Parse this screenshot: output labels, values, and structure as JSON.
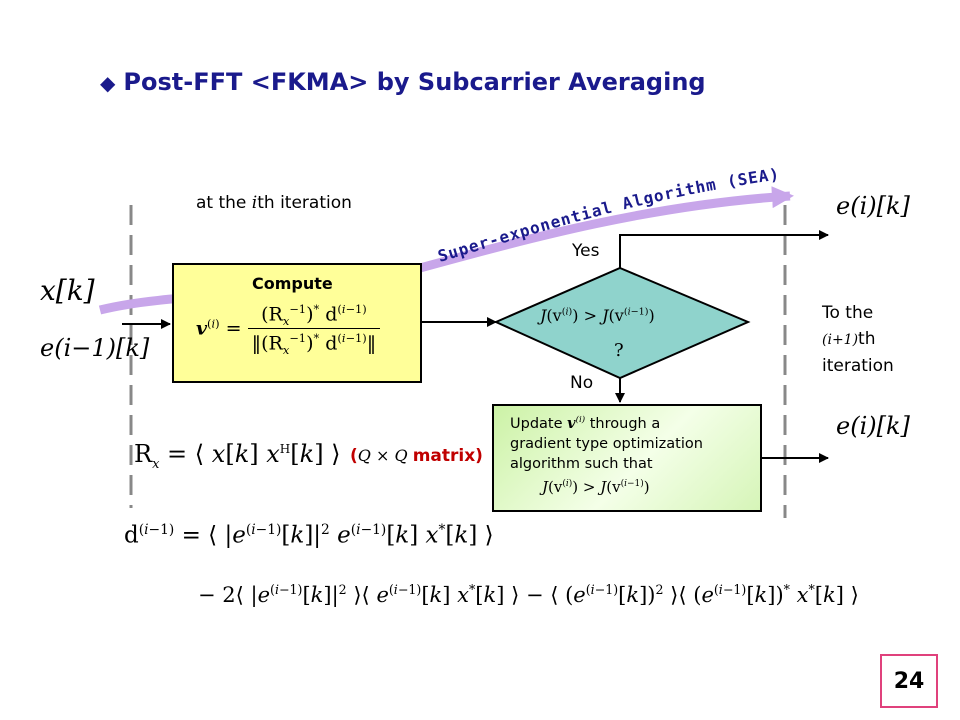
{
  "title": {
    "bullet": "◆",
    "text": "Post-FFT <FKMA> by Subcarrier Averaging"
  },
  "iteration_label": {
    "prefix": "at the",
    "i": "i",
    "suffix": "th iteration"
  },
  "sea_label": "Super-exponential Algorithm (SEA)",
  "inputs": {
    "x": "x[k]",
    "e_prev": "e(i−1)[k]"
  },
  "compute_box": {
    "label": "Compute"
  },
  "decision": {
    "yes": "Yes",
    "no": "No",
    "question": "?"
  },
  "outputs": {
    "e_top": "e(i)[k]",
    "e_bottom": "e(i)[k]"
  },
  "next_iteration": {
    "line1": "To the",
    "idx": "(i+1)",
    "th": "th",
    "line3": "iteration"
  },
  "update_box": {
    "line1_prefix": "Update",
    "line1_suffix": "through a",
    "line2": "gradient type optimization",
    "line3": "algorithm such that"
  },
  "matrix_note": {
    "open": "(",
    "dims": "Q × Q",
    "word": "matrix)"
  },
  "page_number": "24",
  "colors": {
    "title": "#1a1a8c",
    "sea_arrow": "#c8a6ea",
    "sea_text": "#1a1a8c",
    "compute_fill": "#ffff99",
    "diamond_fill": "#8fd3cc",
    "update_fill": "#d6f5b8",
    "matrix_note": "#c00000",
    "page_border": "#e0417c"
  }
}
